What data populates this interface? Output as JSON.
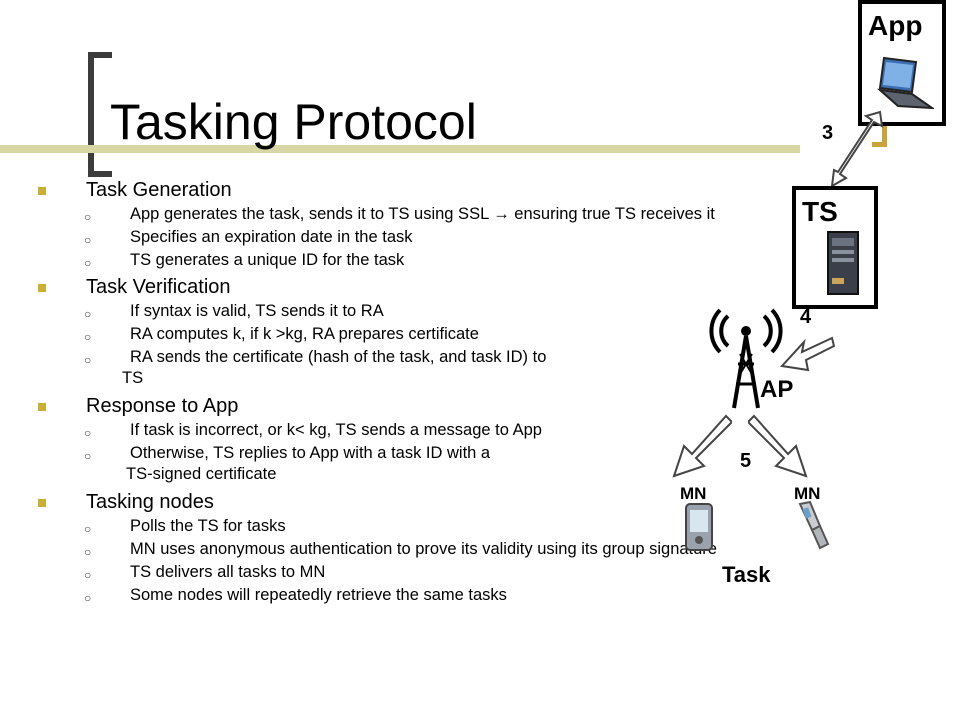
{
  "title": "Tasking Protocol",
  "sections": [
    {
      "heading": "Task Generation",
      "items": [
        "App generates the task, sends it to TS using SSL → ensuring true TS receives it",
        "Specifies an expiration date in the task",
        "TS generates a unique ID for the task"
      ]
    },
    {
      "heading": "Task Verification",
      "items": [
        "If syntax is valid, TS sends it to RA",
        "RA computes k, if k >kg, RA prepares certificate",
        "RA sends the certificate (hash of the task, and task ID) to"
      ],
      "continuation": "TS"
    },
    {
      "heading": "Response to App",
      "items": [
        "If task is incorrect, or k< kg, TS sends a message to App",
        "Otherwise, TS replies to App with a task ID with a"
      ],
      "continuation": "TS-signed certificate"
    },
    {
      "heading": "Tasking nodes",
      "items": [
        "Polls the TS for tasks",
        "MN uses anonymous authentication to prove its validity using its group signature",
        "TS delivers all tasks to MN",
        "Some nodes will repeatedly retrieve the same tasks"
      ]
    }
  ],
  "diagram": {
    "app_label": "App",
    "ts_label": "TS",
    "ap_label": "AP",
    "mn_left_label": "MN",
    "mn_right_label": "MN",
    "task_label": "Task",
    "step_3": "3",
    "step_4": "4",
    "step_5": "5"
  },
  "colors": {
    "bullet": "#c8b036",
    "title_rule": "#d8d6a4",
    "bracket": "#3c3c3c",
    "accent_bracket": "#caa43a"
  }
}
